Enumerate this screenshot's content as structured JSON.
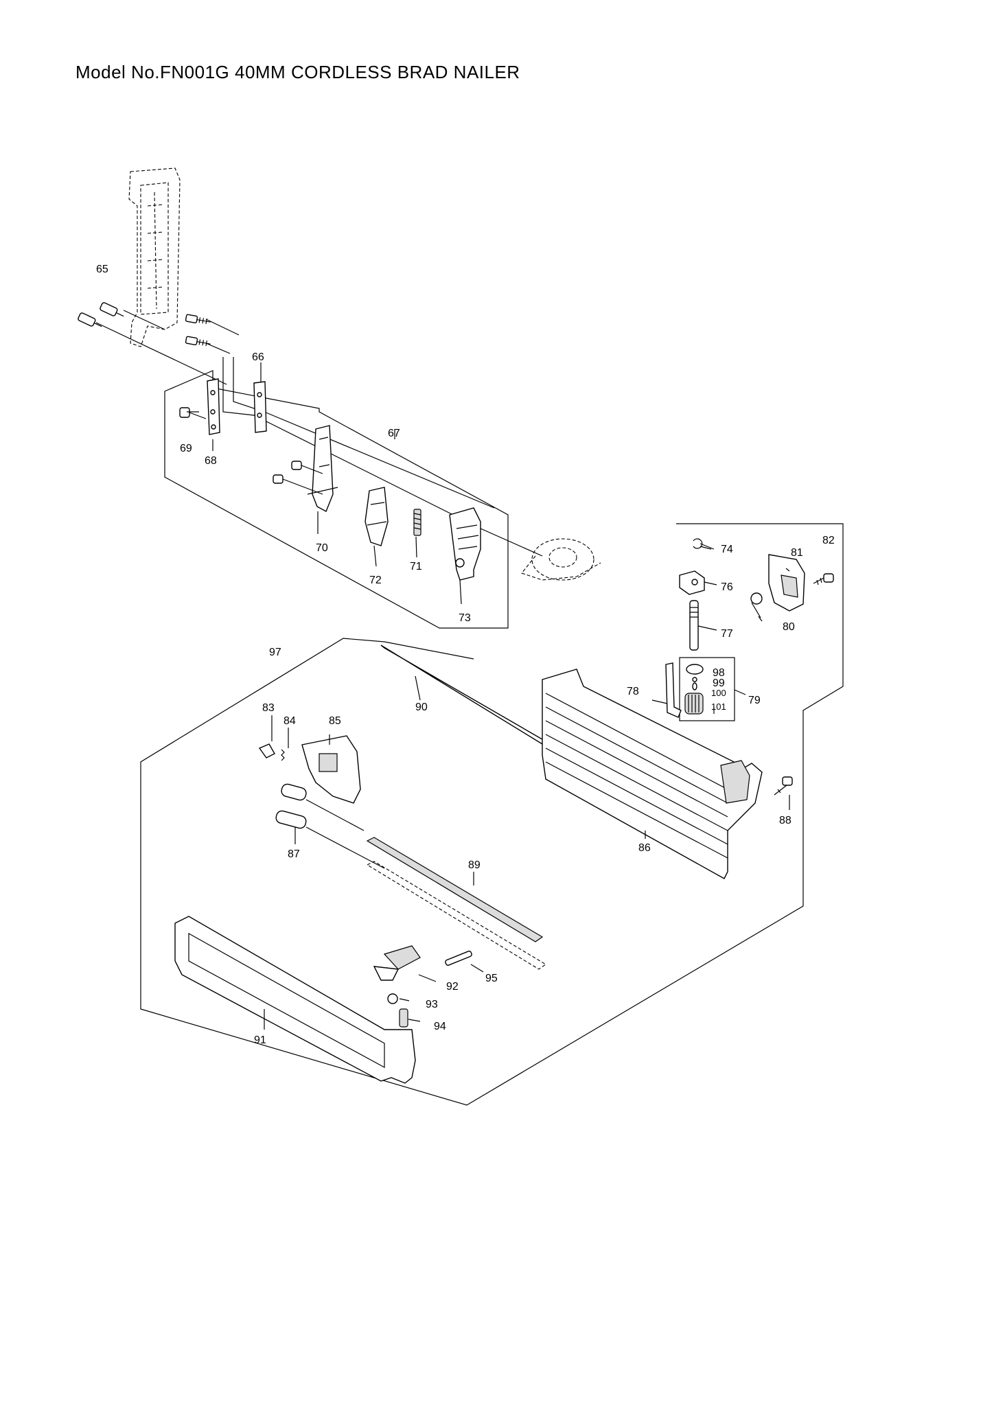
{
  "title": "Model No.FN001G 40MM CORDLESS BRAD NAILER",
  "part_numbers": {
    "p65": "65",
    "p66": "66",
    "p67": "67",
    "p68": "68",
    "p69": "69",
    "p70": "70",
    "p71": "71",
    "p72": "72",
    "p73": "73",
    "p74": "74",
    "p76": "76",
    "p77": "77",
    "p78": "78",
    "p79": "79",
    "p80": "80",
    "p81": "81",
    "p82": "82",
    "p83": "83",
    "p84": "84",
    "p85": "85",
    "p86": "86",
    "p87": "87",
    "p88": "88",
    "p89": "89",
    "p90": "90",
    "p91": "91",
    "p92": "92",
    "p93": "93",
    "p94": "94",
    "p95": "95",
    "p97": "97",
    "p98": "98",
    "p99": "99",
    "p100": "100",
    "p101": "101"
  }
}
